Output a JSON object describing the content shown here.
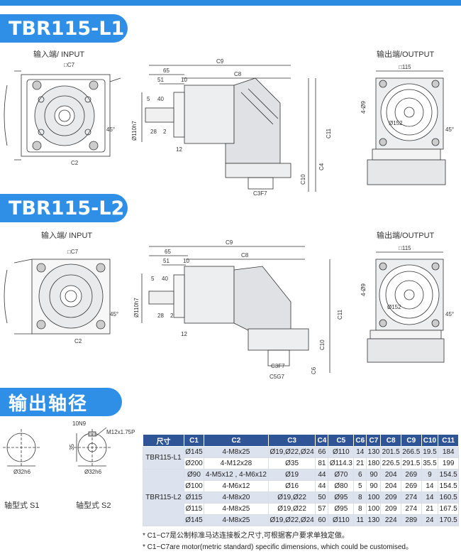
{
  "sections": {
    "l1_title": "TBR115-L1",
    "l2_title": "TBR115-L2",
    "output_shaft_title": "输出轴径"
  },
  "views": {
    "input_label": "输入端/ INPUT",
    "output_label": "输出端/OUTPUT"
  },
  "dims": {
    "c7": "□C7",
    "c9": "C9",
    "c8": "C8",
    "d65": "65",
    "d51": "51",
    "d10": "10",
    "d5": "5",
    "d40": "40",
    "d28": "28",
    "d2": "2",
    "d12": "12",
    "c1": "Ø110h7",
    "c11": "C11",
    "c4": "C4",
    "c10": "C10",
    "c6": "C6",
    "c3": "C3F7",
    "c5": "C5G7",
    "c2": "C2",
    "c3l": "C3",
    "d115": "□115",
    "d45": "45°",
    "d152": "Ø152",
    "d4x9": "4-Ø9",
    "s_d32": "Ø32h6",
    "s_35": "35",
    "s_10": "10N9",
    "s_m12": "M12x1.75P"
  },
  "shaft": {
    "s1_label": "轴型式  S1",
    "s2_label": "轴型式  S2"
  },
  "table": {
    "headers": [
      "尺寸",
      "C1",
      "C2",
      "C3",
      "C4",
      "C5",
      "C6",
      "C7",
      "C8",
      "C9",
      "C10",
      "C11"
    ],
    "l1_model": "TBR115-L1",
    "l2_model": "TBR115-L2",
    "l1_rows": [
      [
        "Ø145",
        "4-M8x25",
        "Ø19,Ø22,Ø24",
        "66",
        "Ø110",
        "14",
        "130",
        "201.5",
        "266.5",
        "19.5",
        "184"
      ],
      [
        "Ø200",
        "4-M12x28",
        "Ø35",
        "81",
        "Ø114.3",
        "21",
        "180",
        "226.5",
        "291.5",
        "35.5",
        "199"
      ]
    ],
    "l2_rows": [
      [
        "Ø90",
        "4-M5x12 , 4-M6x12",
        "Ø19",
        "44",
        "Ø70",
        "6",
        "90",
        "204",
        "269",
        "9",
        "154.5"
      ],
      [
        "Ø100",
        "4-M6x12",
        "Ø16",
        "44",
        "Ø80",
        "5",
        "90",
        "204",
        "269",
        "14",
        "154.5"
      ],
      [
        "Ø115",
        "4-M8x20",
        "Ø19,Ø22",
        "50",
        "Ø95",
        "8",
        "100",
        "209",
        "274",
        "14",
        "160.5"
      ],
      [
        "Ø115",
        "4-M8x25",
        "Ø19,Ø22",
        "57",
        "Ø95",
        "8",
        "100",
        "209",
        "274",
        "21",
        "167.5"
      ],
      [
        "Ø145",
        "4-M8x25",
        "Ø19,Ø22,Ø24",
        "60",
        "Ø110",
        "11",
        "130",
        "224",
        "289",
        "24",
        "170.5"
      ]
    ]
  },
  "notes": {
    "cn": "* C1~C7是公制标准马达连接板之尺寸,可根据客户要求单独定做。",
    "en": "* C1~C7are motor(metric standard)  specific dimensions, which could be customised。"
  }
}
